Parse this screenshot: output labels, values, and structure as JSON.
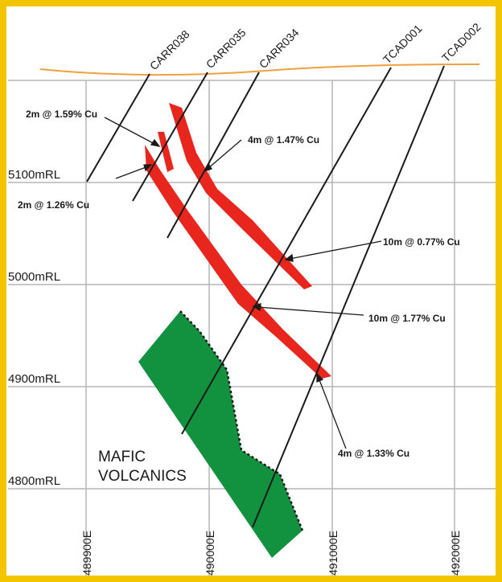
{
  "rl_labels": [
    "5100mRL",
    "5000mRL",
    "4900mRL",
    "4800mRL"
  ],
  "easting_labels": [
    "489900E",
    "490000E",
    "491000E",
    "492000E"
  ],
  "drill_holes": [
    "CARR038",
    "CARR035",
    "CARR034",
    "TCAD001",
    "TCAD002"
  ],
  "intercepts": [
    "2m @ 1.59% Cu",
    "2m @ 1.26% Cu",
    "4m @ 1.47% Cu",
    "10m @ 0.77% Cu",
    "10m @ 1.77% Cu",
    "4m @ 1.33% Cu"
  ],
  "unit": {
    "line1": "MAFIC",
    "line2": "VOLCANICS"
  },
  "colors": {
    "frame": "#f2c500",
    "grid": "#b5b5b5",
    "surface": "#f0a040",
    "mineralisation": "#e8261e",
    "mafic": "#12913f",
    "drillhole": "#1a1a1a"
  }
}
